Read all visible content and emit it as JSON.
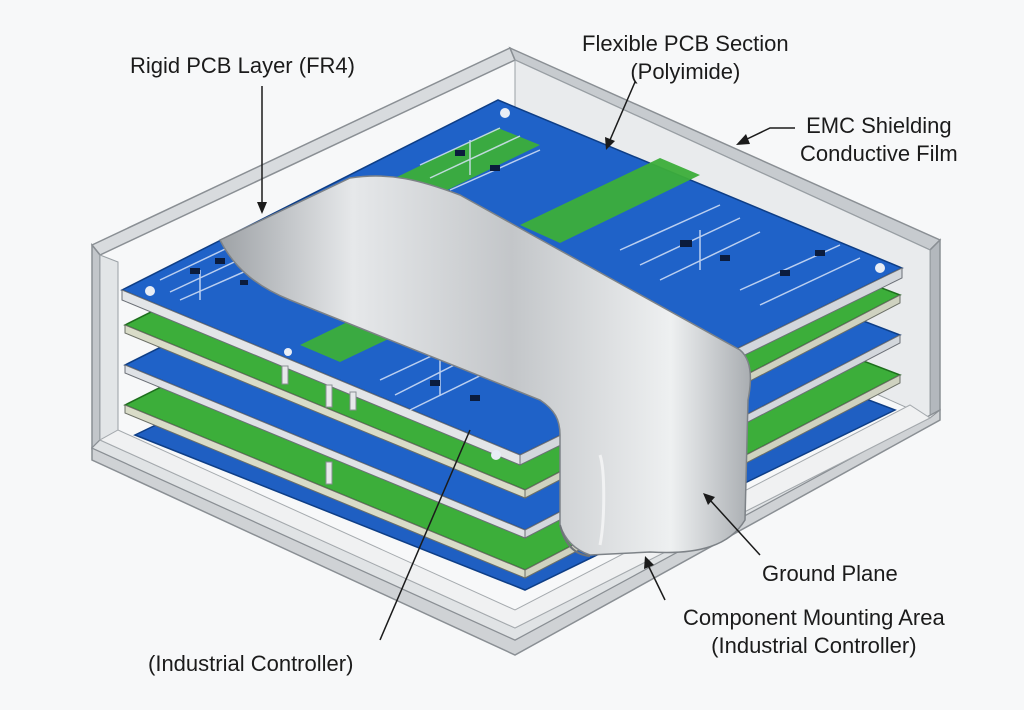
{
  "labels": {
    "rigid_pcb": "Rigid PCB Layer (FR4)",
    "flex_line1": "Flexible PCB Section",
    "flex_line2": "(Polyimide)",
    "emc_line1": "EMC Shielding",
    "emc_line2": "Conductive Film",
    "ground_plane": "Ground Plane",
    "component_line1": "Component Mounting Area",
    "component_line2": "(Industrial Controller)",
    "industrial_controller": "(Industrial Controller)"
  },
  "colors": {
    "pcb_blue": "#1f62c8",
    "pcb_green": "#3cae3a",
    "enclosure_gray": "#c9cccf",
    "shield_silver": "#d4d6d8",
    "text": "#1b1b1b"
  },
  "icons": [
    "pcb-stack-illustration",
    "emc-shield-band-icon",
    "enclosure-tray-icon"
  ]
}
